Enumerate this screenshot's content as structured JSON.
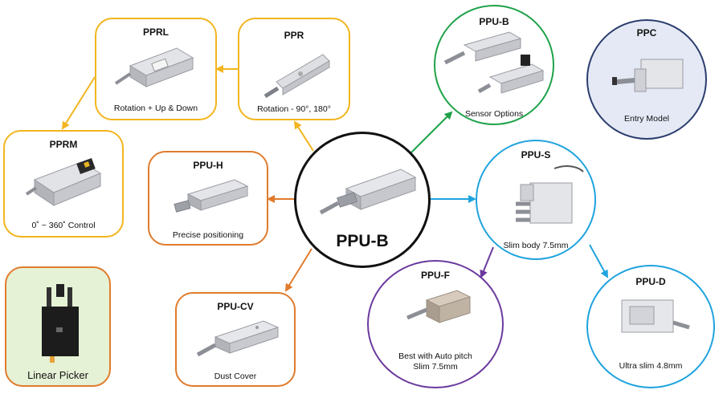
{
  "center": {
    "title": "PPU-B"
  },
  "nodes": {
    "pprl": {
      "title": "PPRL",
      "caption": "Rotation + Up & Down"
    },
    "ppr": {
      "title": "PPR",
      "caption": "Rotation - 90°, 180°"
    },
    "pprm": {
      "title": "PPRM",
      "caption": "0˚ ~ 360˚ Control"
    },
    "ppuh": {
      "title": "PPU-H",
      "caption": "Precise positioning"
    },
    "ppucv": {
      "title": "PPU-CV",
      "caption": "Dust Cover"
    },
    "linear": {
      "caption": "Linear Picker"
    },
    "ppub": {
      "title": "PPU-B",
      "caption": "Sensor Options"
    },
    "ppc": {
      "title": "PPC",
      "caption": "Entry Model"
    },
    "ppus": {
      "title": "PPU-S",
      "caption": "Slim body 7.5mm"
    },
    "ppuf": {
      "title": "PPU-F",
      "caption_line1": "Best with Auto pitch",
      "caption_line2": "Slim 7.5mm"
    },
    "ppud": {
      "title": "PPU-D",
      "caption": "Ultra slim 4.8mm"
    }
  },
  "colors": {
    "yellow": "#f2b51f",
    "orange": "#e07b2c",
    "green": "#1fa24a",
    "navy": "#2b3d6e",
    "blue": "#20a3df",
    "purple": "#6b3a9e",
    "black": "#111111",
    "linear_bg": "#e6f2d6"
  }
}
